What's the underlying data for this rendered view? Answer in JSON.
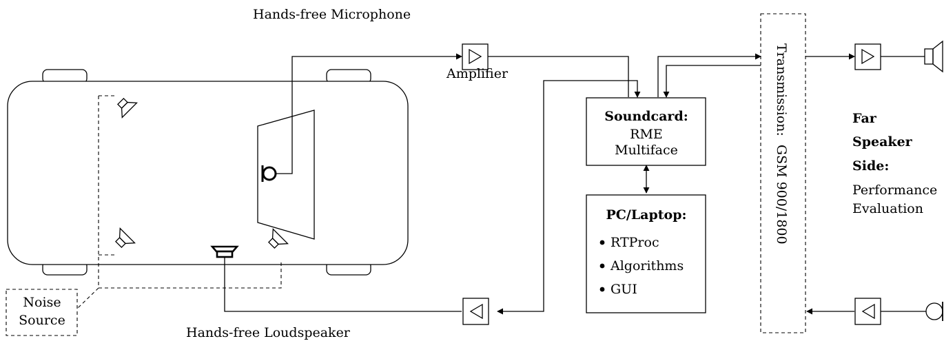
{
  "labels": {
    "hands_free_microphone": "Hands-free Microphone",
    "amplifier": "Amplifier",
    "hands_free_loudspeaker": "Hands-free Loudspeaker",
    "noise_source_line1": "Noise",
    "noise_source_line2": "Source"
  },
  "soundcard": {
    "title": "Soundcard:",
    "line1": "RME",
    "line2": "Multiface"
  },
  "pc": {
    "title": "PC/Laptop:",
    "items": [
      "RTProc",
      "Algorithms",
      "GUI"
    ]
  },
  "transmission": "Transmission:  GSM 900/1800",
  "far_side": {
    "bold_lines": [
      "Far",
      "Speaker",
      "Side:"
    ],
    "lines": [
      "Performance",
      "Evaluation"
    ]
  }
}
